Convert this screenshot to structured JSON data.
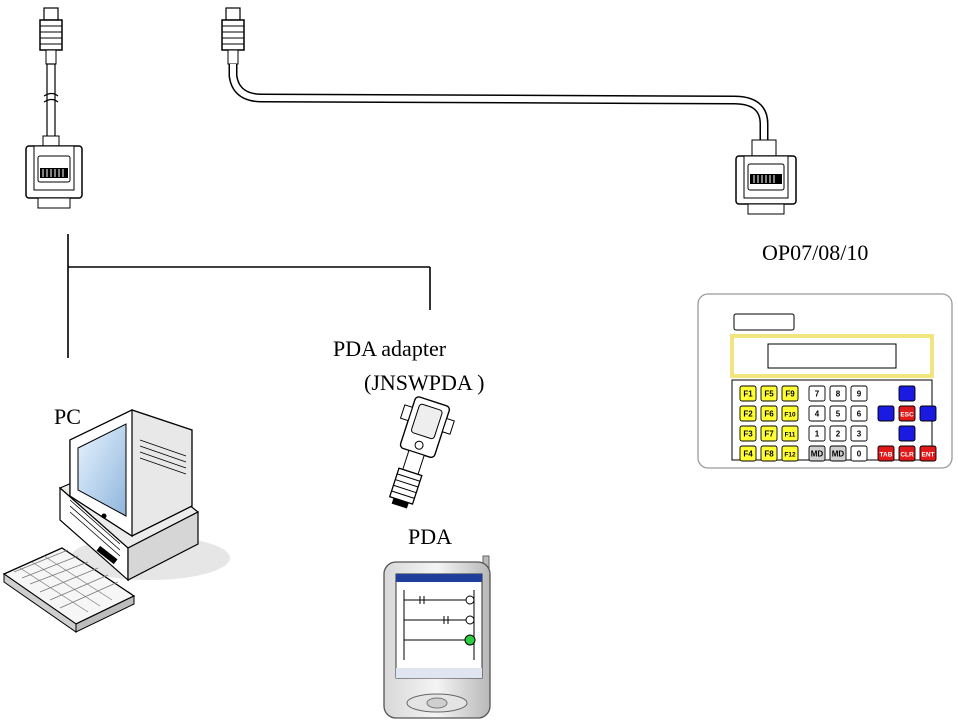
{
  "labels": {
    "op_panel": "OP07/08/10",
    "pda_adapter": "PDA adapter",
    "pda_adapter_model": "(JNSWPDA )",
    "pc": "PC",
    "pda": "PDA"
  },
  "keypad": {
    "rows": [
      [
        "F1",
        "F5",
        "F9",
        "7",
        "8",
        "9",
        "",
        "",
        ""
      ],
      [
        "F2",
        "F6",
        "F10",
        "4",
        "5",
        "6",
        "",
        "ESC",
        ""
      ],
      [
        "F3",
        "F7",
        "F11",
        "1",
        "2",
        "3",
        "",
        "",
        ""
      ],
      [
        "F4",
        "F8",
        "F12",
        "MD",
        "MD",
        "0",
        "TAB",
        "CLR",
        "ENT"
      ]
    ]
  },
  "colors": {
    "function_key": "#ffff33",
    "nav_key": "#1a1ae0",
    "action_key": "#e01a1a",
    "lcd_frame": "#f4ef9a"
  }
}
